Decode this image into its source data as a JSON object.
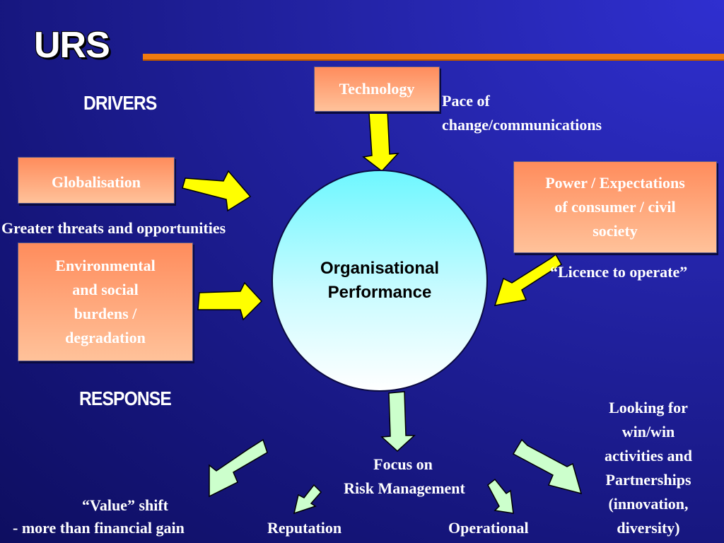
{
  "logo": "URS",
  "headings": {
    "drivers": "DRIVERS",
    "response": "RESPONSE"
  },
  "center": {
    "line1": "Organisational",
    "line2": "Performance"
  },
  "drivers": {
    "technology": {
      "box": "Technology",
      "note_line1": "Pace of",
      "note_line2": "change/communications"
    },
    "globalisation": {
      "box": "Globalisation",
      "note": "Greater threats and opportunities"
    },
    "environmental": {
      "line1": "Environmental",
      "line2": "and social",
      "line3": "burdens /",
      "line4": "degradation"
    },
    "power": {
      "line1": "Power / Expectations",
      "line2": "of consumer / civil",
      "line3": "society",
      "note": "“Licence to operate”"
    }
  },
  "responses": {
    "focus": {
      "line1": "Focus on",
      "line2": "Risk Management"
    },
    "reputation": "Reputation",
    "operational": "Operational",
    "value": {
      "line1": "“Value” shift",
      "line2": "- more than financial gain"
    },
    "winwin": {
      "line1": "Looking for",
      "line2": "win/win",
      "line3": "activities and",
      "line4": "Partnerships",
      "line5": "(innovation,",
      "line6": "diversity)"
    }
  },
  "colors": {
    "background": "#1a1a8c",
    "accent_rule": "#f07a10",
    "driver_arrow": "#ffff00",
    "response_arrow": "#ccffcc",
    "box": "#ffa070",
    "circle": "#8ef9ff"
  }
}
